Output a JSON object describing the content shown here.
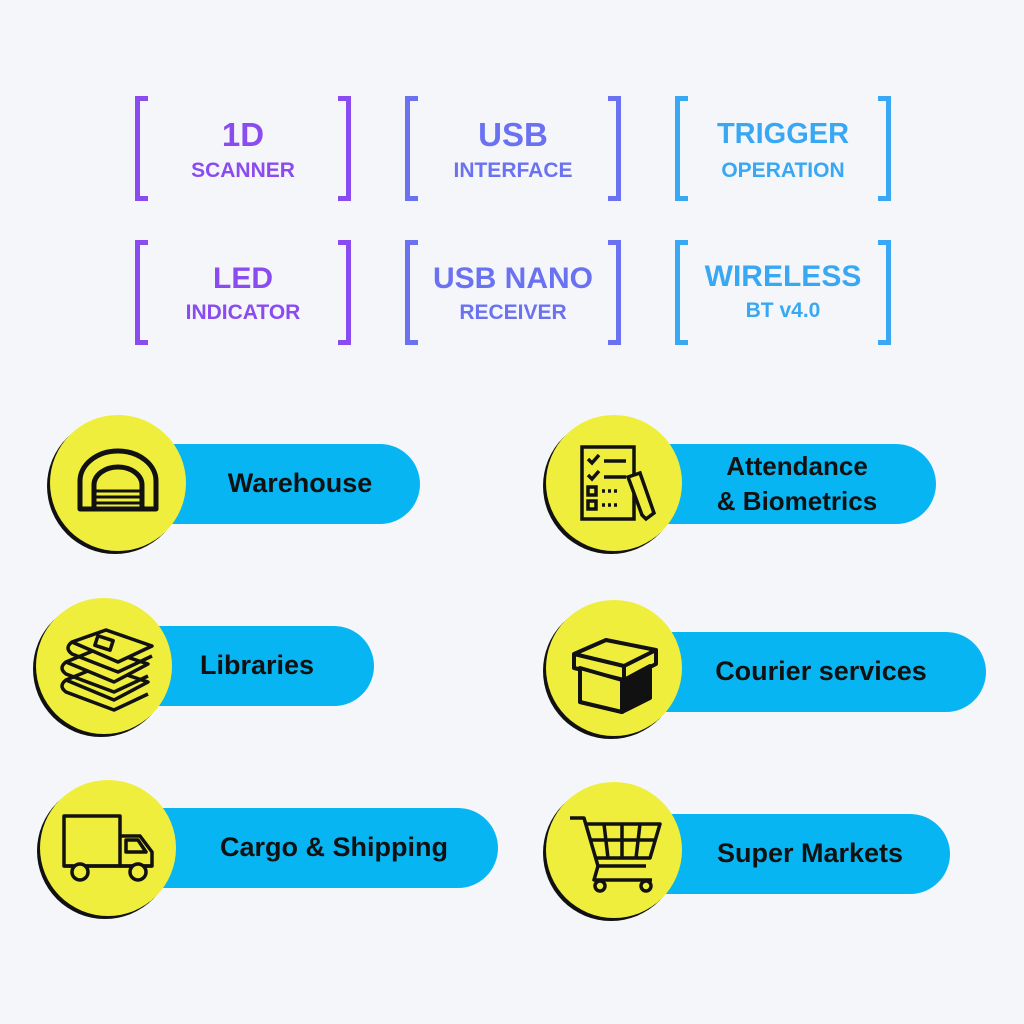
{
  "features": [
    {
      "line1": "1D",
      "line2": "SCANNER",
      "color": "#8a4cf0"
    },
    {
      "line1": "USB",
      "line2": "INTERFACE",
      "color": "#6a72f2"
    },
    {
      "line1": "TRIGGER",
      "line2": "OPERATION",
      "color": "#38a8f4"
    },
    {
      "line1": "LED",
      "line2": "INDICATOR",
      "color": "#8a4cf0"
    },
    {
      "line1": "USB NANO",
      "line2": "RECEIVER",
      "color": "#6a72f2"
    },
    {
      "line1": "WIRELESS",
      "line2": "BT v4.0",
      "color": "#38a8f4"
    }
  ],
  "applications": [
    {
      "label": "Warehouse",
      "icon": "warehouse-icon"
    },
    {
      "label": "Attendance\n& Biometrics",
      "icon": "checklist-icon"
    },
    {
      "label": "Libraries",
      "icon": "books-icon"
    },
    {
      "label": "Courier services",
      "icon": "box-icon"
    },
    {
      "label": "Cargo & Shipping",
      "icon": "truck-icon"
    },
    {
      "label": "Super Markets",
      "icon": "shopping-cart-icon"
    }
  ],
  "colors": {
    "pill": "#07b5f3",
    "badge": "#f0ee3c",
    "icon": "#111111"
  }
}
